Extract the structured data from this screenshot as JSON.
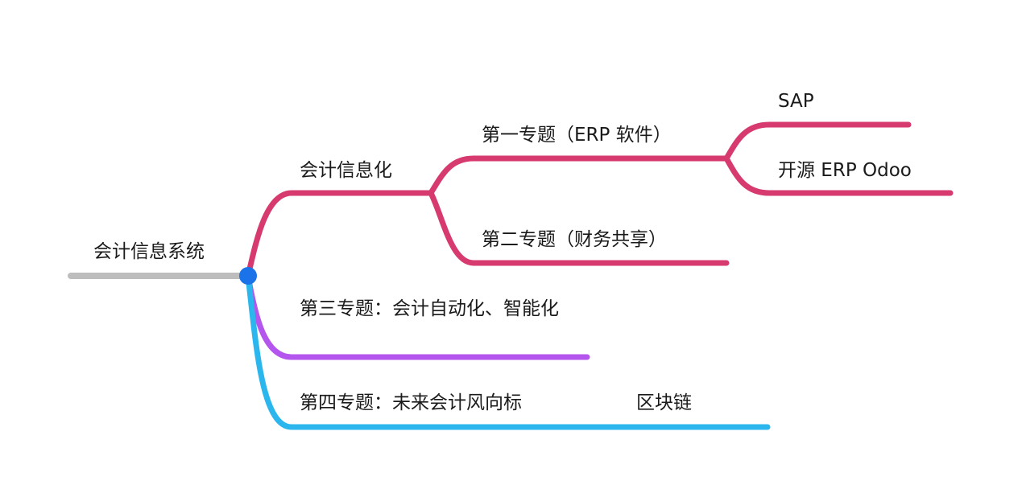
{
  "mindmap": {
    "root": "会计信息系统",
    "branch1": {
      "label": "会计信息化",
      "topic1": "第一专题（ERP 软件）",
      "topic1_items": [
        "SAP",
        "开源 ERP Odoo"
      ],
      "topic2": "第二专题（财务共享）"
    },
    "branch3": "第三专题：会计自动化、智能化",
    "branch4": {
      "label": "第四专题：未来会计风向标",
      "item": "区块链"
    }
  },
  "colors": {
    "root_line": "#bdbdbd",
    "root_node": "#1a73e8",
    "branch1": "#d63a6e",
    "branch3": "#b455ee",
    "branch4": "#2bb7ee"
  }
}
